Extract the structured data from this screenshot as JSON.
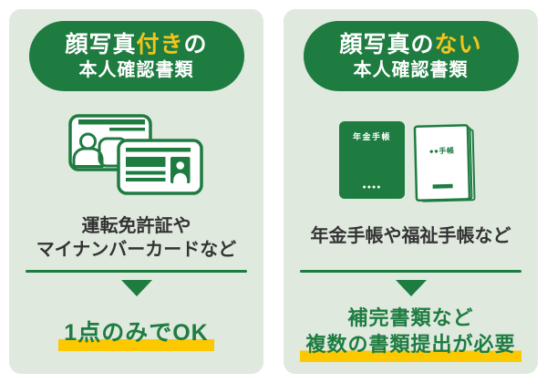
{
  "colors": {
    "brand_green": "#1e7c41",
    "panel_bg": "#dfe9de",
    "accent_yellow": "#f2c51d",
    "highlight_yellow": "#fcc800",
    "body_text": "#333333"
  },
  "left": {
    "header": {
      "pre": "顔写真",
      "accent": "付き",
      "post": "の",
      "line2": "本人確認書類"
    },
    "desc1": "運転免許証や",
    "desc2": "マイナンバーカードなど",
    "result_highlight": "1点のみでOK"
  },
  "right": {
    "header": {
      "pre": "顔写真の",
      "accent": "ない",
      "post": "",
      "line2": "本人確認書類"
    },
    "desc1": "年金手帳や福祉手帳など",
    "result_plain": "補完書類など",
    "result_highlight": "複数の書類提出が必要",
    "icon": {
      "green_book_title": "年金手帳",
      "green_book_dots": "●●●●",
      "white_book_title": "●●手帳"
    }
  }
}
